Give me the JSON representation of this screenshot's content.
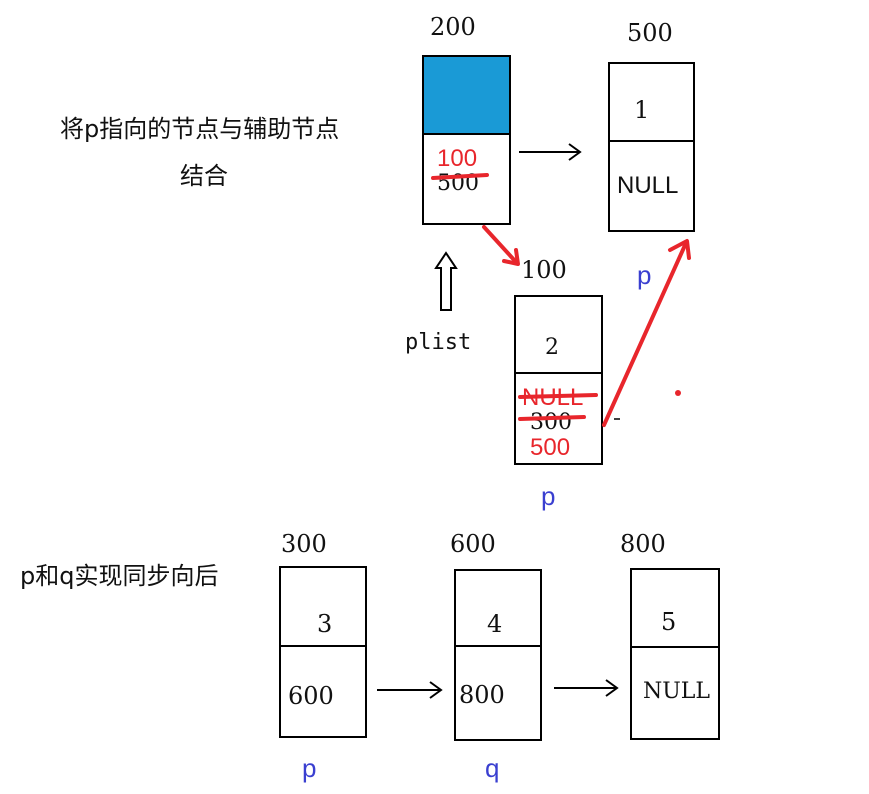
{
  "captions": {
    "combine_line1": "将p指向的节点与辅助节点",
    "combine_line2": "结合",
    "sync": "p和q实现同步向后"
  },
  "top_diagram": {
    "aux_node": {
      "address": "200",
      "next_new": "100",
      "next_old": "500",
      "fill_color": "#1a9ad6"
    },
    "node_500": {
      "address": "500",
      "data": "1",
      "next": "NULL",
      "pointer": "p"
    },
    "node_100": {
      "address": "100",
      "data": "2",
      "next_old_1": "NULL",
      "next_old_2": "300",
      "next_new": "500",
      "pointer": "p"
    },
    "plist_label": "plist"
  },
  "bottom_list": {
    "nodes": [
      {
        "address": "300",
        "data": "3",
        "next": "600",
        "pointer": "p"
      },
      {
        "address": "600",
        "data": "4",
        "next": "800",
        "pointer": "q"
      },
      {
        "address": "800",
        "data": "5",
        "next": "NULL",
        "pointer": ""
      }
    ]
  },
  "colors": {
    "annotation_red": "#e8262c",
    "pointer_blue": "#3a3fd0"
  }
}
